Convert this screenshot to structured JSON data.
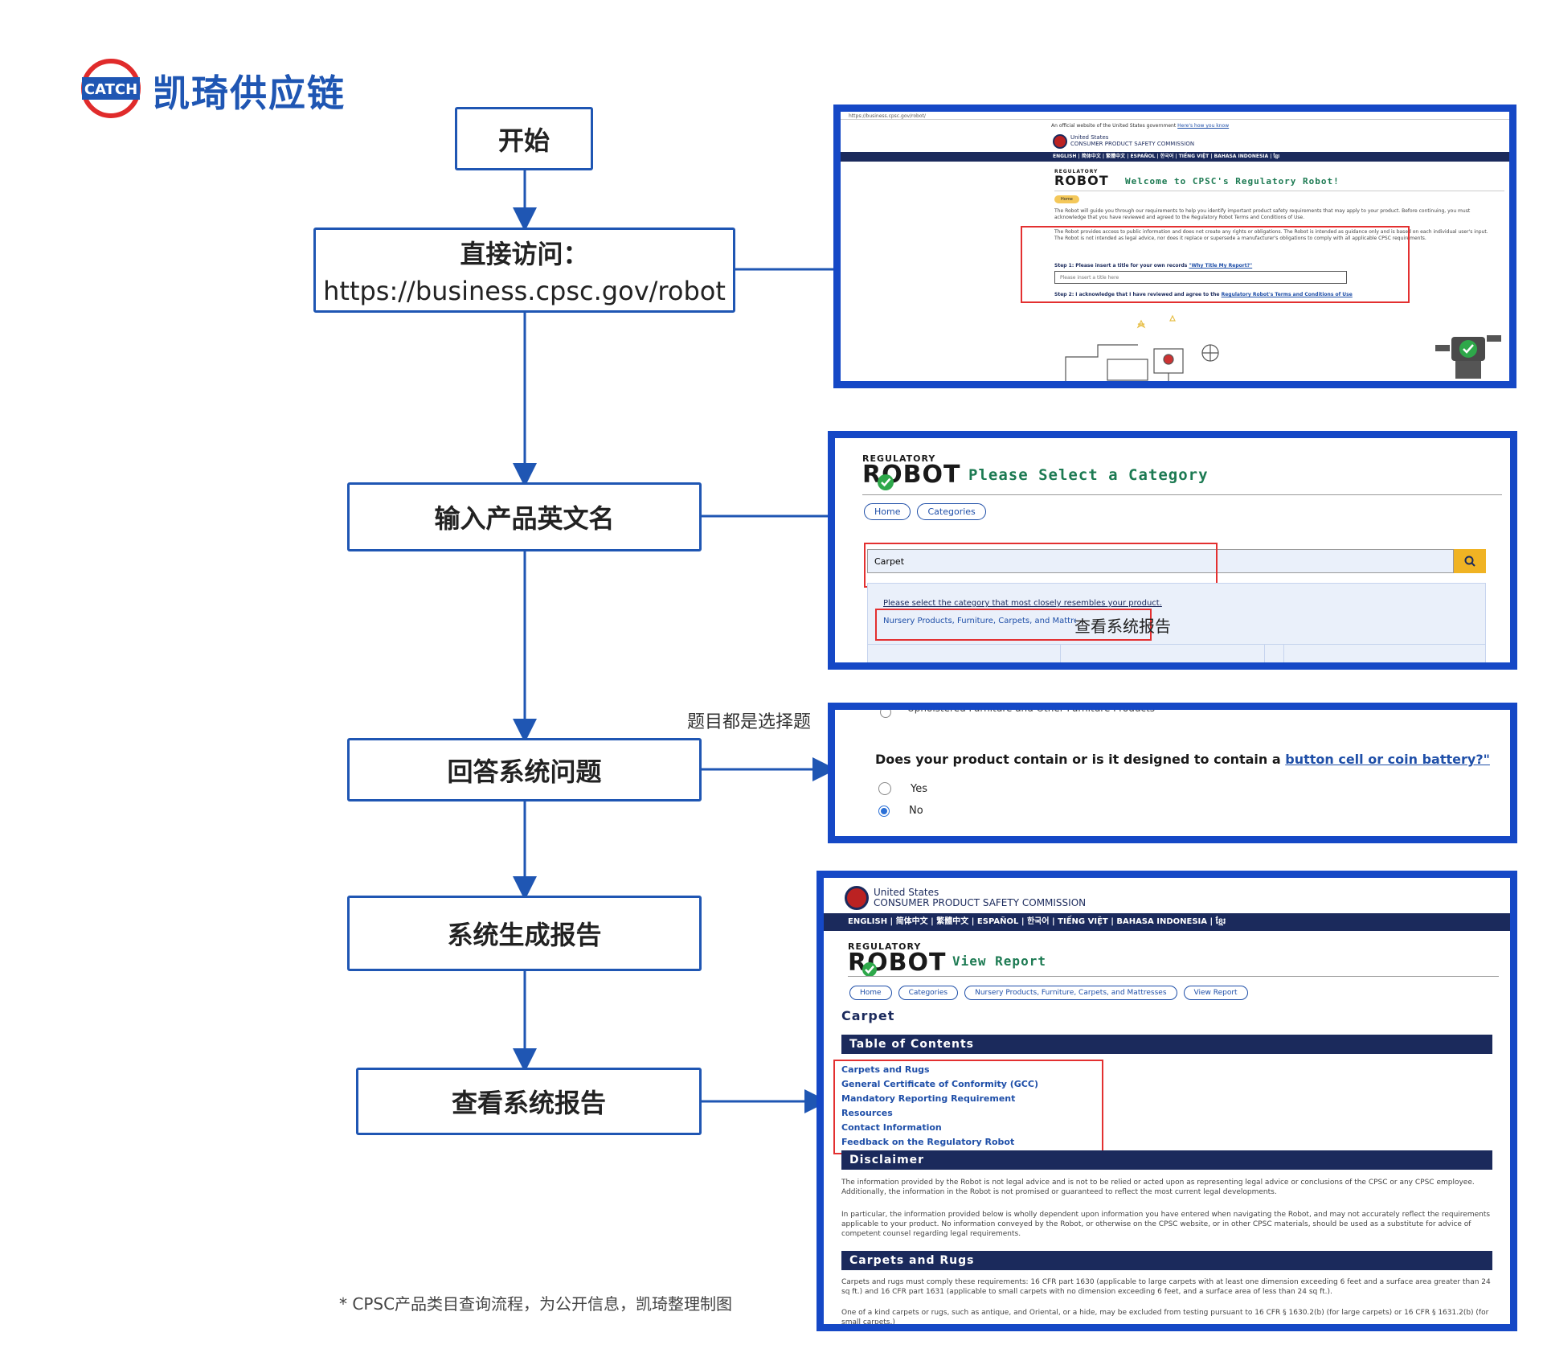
{
  "brand": {
    "logo_text": "CATCH",
    "name": "凯琦供应链"
  },
  "flow": {
    "start": "开始",
    "visit_title": "直接访问：",
    "visit_url": "https://business.cpsc.gov/robot",
    "input": "输入产品英文名",
    "answer": "回答系统问题",
    "generate": "系统生成报告",
    "view": "查看系统报告"
  },
  "annotation_questions": "题目都是选择题",
  "footnote": "* CPSC产品类目查询流程，为公开信息，凯琦整理制图",
  "shot1": {
    "url": "https://business.cpsc.gov/robot/",
    "gov_banner": "An official website of the United States government",
    "gov_banner_link": "Here's how you know",
    "agency_line1": "United States",
    "agency_line2": "CONSUMER PRODUCT SAFETY COMMISSION",
    "languages": "ENGLISH | 简体中文 | 繁體中文 | ESPAÑOL | 한국어 | TIẾNG VIỆT | BAHASA INDONESIA | ខ្មែរ",
    "robot_small": "REGULATORY",
    "robot_big": "ROBOT",
    "welcome": "Welcome to CPSC's Regulatory Robot!",
    "home_pill": "Home",
    "intro": "The Robot will guide you through our requirements to help you identify important product safety requirements that may apply to your product. Before continuing, you must acknowledge that you have reviewed and agreed to the Regulatory Robot Terms and Conditions of Use.",
    "disclaimer": "The Robot provides access to public information and does not create any rights or obligations. The Robot is intended as guidance only and is based on each individual user's input. The Robot is not intended as legal advice, nor does it replace or supersede a manufacturer's obligations to comply with all applicable CPSC requirements.",
    "step1": "Step 1: Please insert a title for your own records",
    "step1_link": "\"Why Title My Report?\"",
    "title_placeholder": "Please insert a title here",
    "step2": "Step 2: I acknowledge that I have reviewed and agree to the",
    "step2_link": "Regulatory Robot's Terms and Conditions of Use"
  },
  "shot2": {
    "robot_small": "REGULATORY",
    "robot_big": "ROBOT",
    "title": "Please Select a Category",
    "crumbs": [
      "Home",
      "Categories"
    ],
    "search_value": "Carpet",
    "hint": "Please select the category that most closely resembles your product.",
    "result": "Nursery Products, Furniture, Carpets, and Mattresses",
    "overlay_text": "查看系统报告"
  },
  "shot3": {
    "top_cut": "Upholstered Furniture and Other Furniture Products",
    "question": "Does your product contain or is it designed to contain a",
    "question_link": "button cell or coin battery?\"",
    "options": [
      "Yes",
      "No"
    ],
    "selected": "No"
  },
  "shot4": {
    "agency_line1": "United States",
    "agency_line2": "CONSUMER PRODUCT SAFETY COMMISSION",
    "languages": "ENGLISH | 简体中文 | 繁體中文 | ESPAÑOL | 한국어 | TIẾNG VIỆT | BAHASA INDONESIA | ខ្មែរ",
    "robot_small": "REGULATORY",
    "robot_big": "ROBOT",
    "title": "View Report",
    "crumbs": [
      "Home",
      "Categories",
      "Nursery Products, Furniture, Carpets, and Mattresses",
      "View Report"
    ],
    "product": "Carpet",
    "toc_header": "Table of Contents",
    "toc": [
      "Carpets and Rugs",
      "General Certificate of Conformity (GCC)",
      "Mandatory Reporting Requirement",
      "Resources",
      "Contact Information",
      "Feedback on the Regulatory Robot"
    ],
    "disclaimer_header": "Disclaimer",
    "disclaimer_p1": "The information provided by the Robot is not legal advice and is not to be relied or acted upon as representing legal advice or conclusions of the CPSC or any CPSC employee. Additionally, the information in the Robot is not promised or guaranteed to reflect the most current legal developments.",
    "disclaimer_p2": "In particular, the information provided below is wholly dependent upon information you have entered when navigating the Robot, and may not accurately reflect the requirements applicable to your product. No information conveyed by the Robot, or otherwise on the CPSC website, or in other CPSC materials, should be used as a substitute for advice of competent counsel regarding legal requirements.",
    "carpets_header": "Carpets and Rugs",
    "carpets_p1": "Carpets and rugs must comply these requirements: 16 CFR part 1630 (applicable to large carpets with at least one dimension exceeding 6 feet and a surface area greater than 24 sq ft.) and 16 CFR part 1631 (applicable to small carpets with no dimension exceeding 6 feet, and a surface area of less than 24 sq ft.).",
    "carpets_p2": "One of a kind carpets or rugs, such as antique, and Oriental, or a hide, may be excluded from testing pursuant to 16 CFR § 1630.2(b) (for large carpets) or 16 CFR § 1631.2(b) (for small carpets.)"
  },
  "colors": {
    "flow_blue": "#1f56b3",
    "frame_blue": "#1548c6",
    "highlight_red": "#e33030",
    "navy": "#1b2a5c",
    "title_green": "#1c7a52"
  }
}
